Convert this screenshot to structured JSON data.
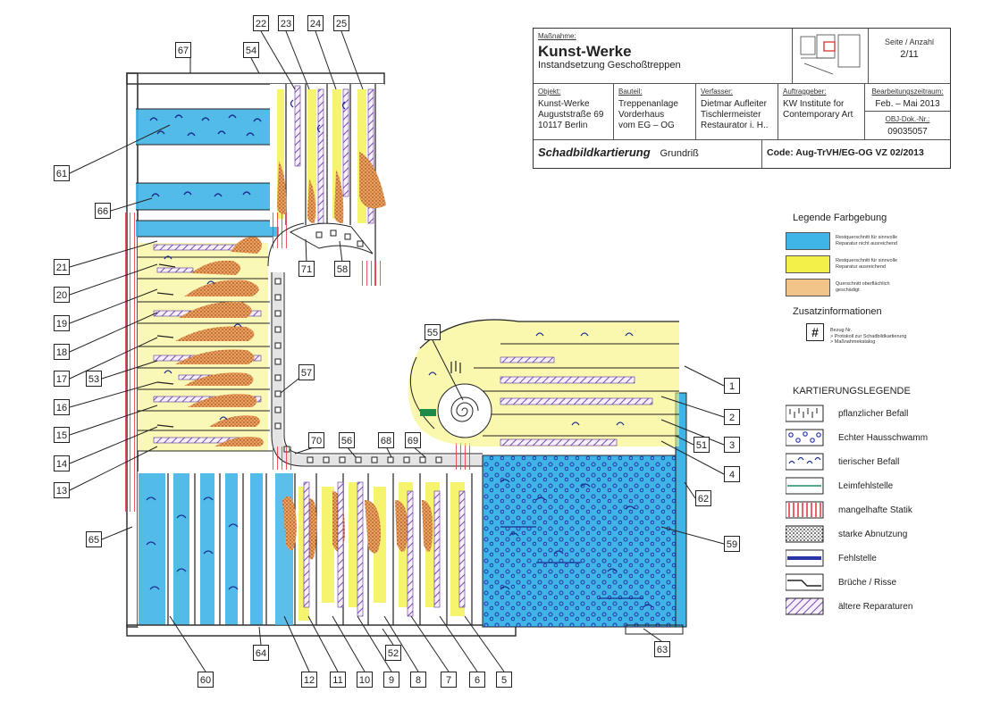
{
  "title_block": {
    "massnahme_caption": "Maßnahme:",
    "project_name": "Kunst-Werke",
    "project_subtitle": "Instandsetzung Geschoßtreppen",
    "page_caption": "Seite / Anzahl",
    "page_value": "2/11",
    "objekt_caption": "Objekt:",
    "objekt_value": "Kunst-Werke\nAuguststraße 69\n10117 Berlin",
    "bauteil_caption": "Bauteil:",
    "bauteil_value": "Treppenanlage\nVorderhaus\nvom EG – OG",
    "verfasser_caption": "Verfasser:",
    "verfasser_value": "Dietmar Aufleiter\nTischlermeister\nRestaurator i. H..",
    "auftraggeber_caption": "Auftraggeber:",
    "auftraggeber_value": "KW Institute for\nContemporary Art",
    "zeitraum_caption": "Bearbeitungszeitraum:",
    "zeitraum_value": "Feb. – Mai 2013",
    "objdok_caption": "OBJ-Dok.-Nr.:",
    "objdok_value": "09035057",
    "drawing_title": "Schadbildkartierung",
    "drawing_subtitle": "Grundriß",
    "code": "Code: Aug-TrVH/EG-OG  VZ 02/2013"
  },
  "legend_colors": {
    "title": "Legende Farbgebung",
    "items": [
      {
        "color": "#3fb4e6",
        "text": "Restquerschnitt für sinnvolle\nReparatur nicht ausreichend"
      },
      {
        "color": "#f4f04a",
        "text": "Restquerschnitt für sinnvolle\nReparatur ausreichend"
      },
      {
        "color": "#f2c48a",
        "text": "Querschnitt oberflächlich\ngeschädigt"
      }
    ]
  },
  "legend_info": {
    "title": "Zusatzinformationen",
    "symbol": "#",
    "text": "Bezug Nr.\n> Protokoll zur Schadbildkartierung\n> Maßnahmekatalog"
  },
  "legend_mapping": {
    "title": "KARTIERUNGSLEGENDE",
    "items": [
      {
        "icon": "plant-icon",
        "text": "pflanzlicher Befall"
      },
      {
        "icon": "fungus-icon",
        "text": "Echter Hausschwamm"
      },
      {
        "icon": "insect-icon",
        "text": "tierischer Befall"
      },
      {
        "icon": "glue-icon",
        "text": "Leimfehlstelle"
      },
      {
        "icon": "statics-icon",
        "text": "mangelhafte Statik"
      },
      {
        "icon": "wear-icon",
        "text": "starke Abnutzung"
      },
      {
        "icon": "missing-icon",
        "text": "Fehlstelle"
      },
      {
        "icon": "crack-icon",
        "text": "Brüche / Risse"
      },
      {
        "icon": "repair-icon",
        "text": "ältere Reparaturen"
      }
    ]
  },
  "callouts": [
    {
      "label": "67"
    },
    {
      "label": "54"
    },
    {
      "label": "22"
    },
    {
      "label": "23"
    },
    {
      "label": "24"
    },
    {
      "label": "25"
    },
    {
      "label": "61"
    },
    {
      "label": "66"
    },
    {
      "label": "21"
    },
    {
      "label": "20"
    },
    {
      "label": "19"
    },
    {
      "label": "18"
    },
    {
      "label": "17"
    },
    {
      "label": "53"
    },
    {
      "label": "16"
    },
    {
      "label": "15"
    },
    {
      "label": "14"
    },
    {
      "label": "13"
    },
    {
      "label": "65"
    },
    {
      "label": "71"
    },
    {
      "label": "58"
    },
    {
      "label": "57"
    },
    {
      "label": "55"
    },
    {
      "label": "70"
    },
    {
      "label": "56"
    },
    {
      "label": "68"
    },
    {
      "label": "69"
    },
    {
      "label": "1"
    },
    {
      "label": "2"
    },
    {
      "label": "3"
    },
    {
      "label": "51"
    },
    {
      "label": "4"
    },
    {
      "label": "62"
    },
    {
      "label": "59"
    },
    {
      "label": "63"
    },
    {
      "label": "60"
    },
    {
      "label": "64"
    },
    {
      "label": "12"
    },
    {
      "label": "11"
    },
    {
      "label": "10"
    },
    {
      "label": "9"
    },
    {
      "label": "52"
    },
    {
      "label": "8"
    },
    {
      "label": "7"
    },
    {
      "label": "6"
    },
    {
      "label": "5"
    }
  ]
}
